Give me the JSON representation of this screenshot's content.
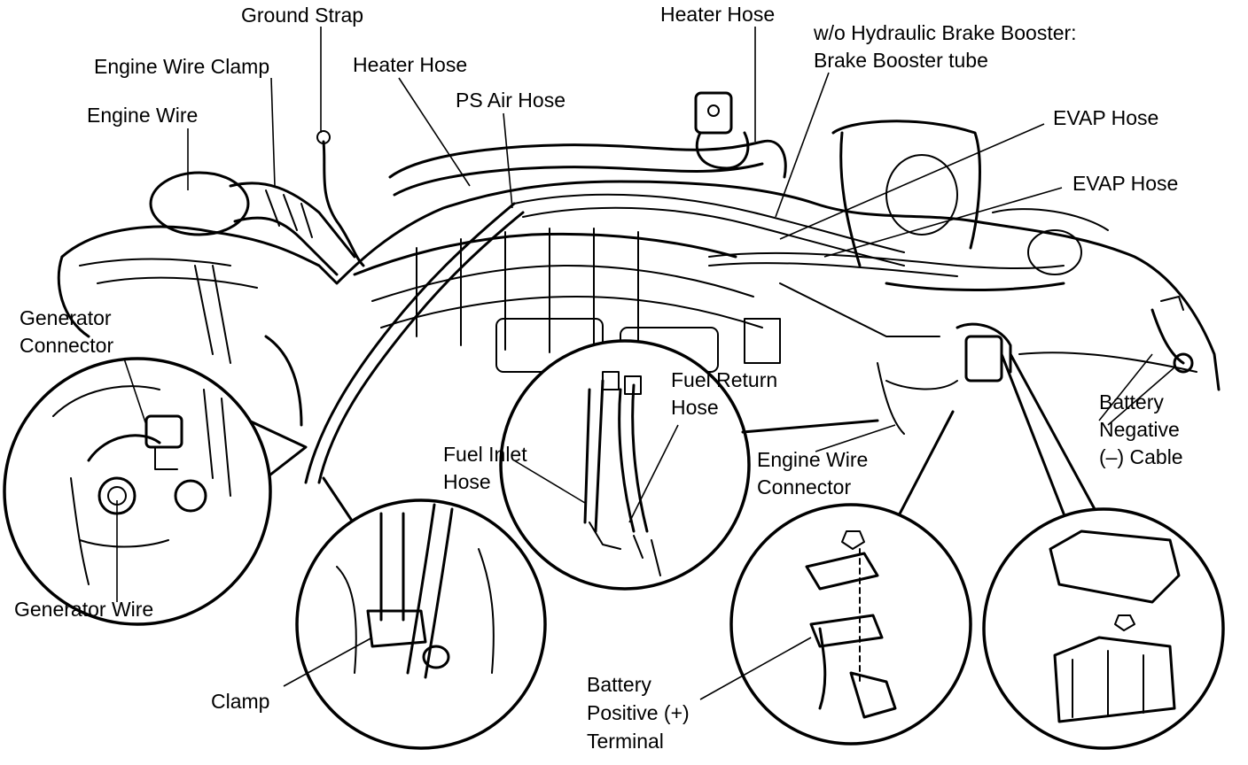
{
  "labels": {
    "ground_strap": "Ground Strap",
    "engine_wire_clamp": "Engine Wire Clamp",
    "engine_wire": "Engine Wire",
    "heater_hose_left": "Heater Hose",
    "ps_air_hose": "PS Air Hose",
    "heater_hose_top": "Heater Hose",
    "brake_booster_line1": "w/o Hydraulic Brake Booster:",
    "brake_booster_line2": "Brake Booster tube",
    "evap_hose_1": "EVAP Hose",
    "evap_hose_2": "EVAP Hose",
    "generator_connector_line1": "Generator",
    "generator_connector_line2": "Connector",
    "generator_wire": "Generator Wire",
    "fuel_return_line1": "Fuel Return",
    "fuel_return_line2": "Hose",
    "fuel_inlet_line1": "Fuel Inlet",
    "fuel_inlet_line2": "Hose",
    "engine_wire_connector_line1": "Engine Wire",
    "engine_wire_connector_line2": "Connector",
    "battery_negative_line1": "Battery",
    "battery_negative_line2": "Negative",
    "battery_negative_line3": "(–) Cable",
    "clamp": "Clamp",
    "battery_positive_line1": "Battery",
    "battery_positive_line2": "Positive (+)",
    "battery_positive_line3": "Terminal"
  }
}
